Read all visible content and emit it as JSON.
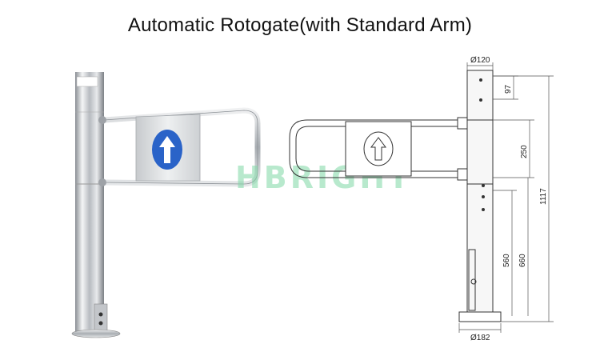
{
  "title": "Automatic Rotogate(with Standard Arm)",
  "watermark": "HBRIGHT",
  "dimensions": {
    "top_diameter": "Ø120",
    "base_diameter": "Ø182",
    "top_offset": "97",
    "arm_height": "250",
    "total_height": "1117",
    "lower_arm": "560",
    "upper_arm": "660"
  },
  "colors": {
    "sign_blue": "#2a63c8",
    "steel": "#c9ccd0",
    "line": "#333333"
  }
}
